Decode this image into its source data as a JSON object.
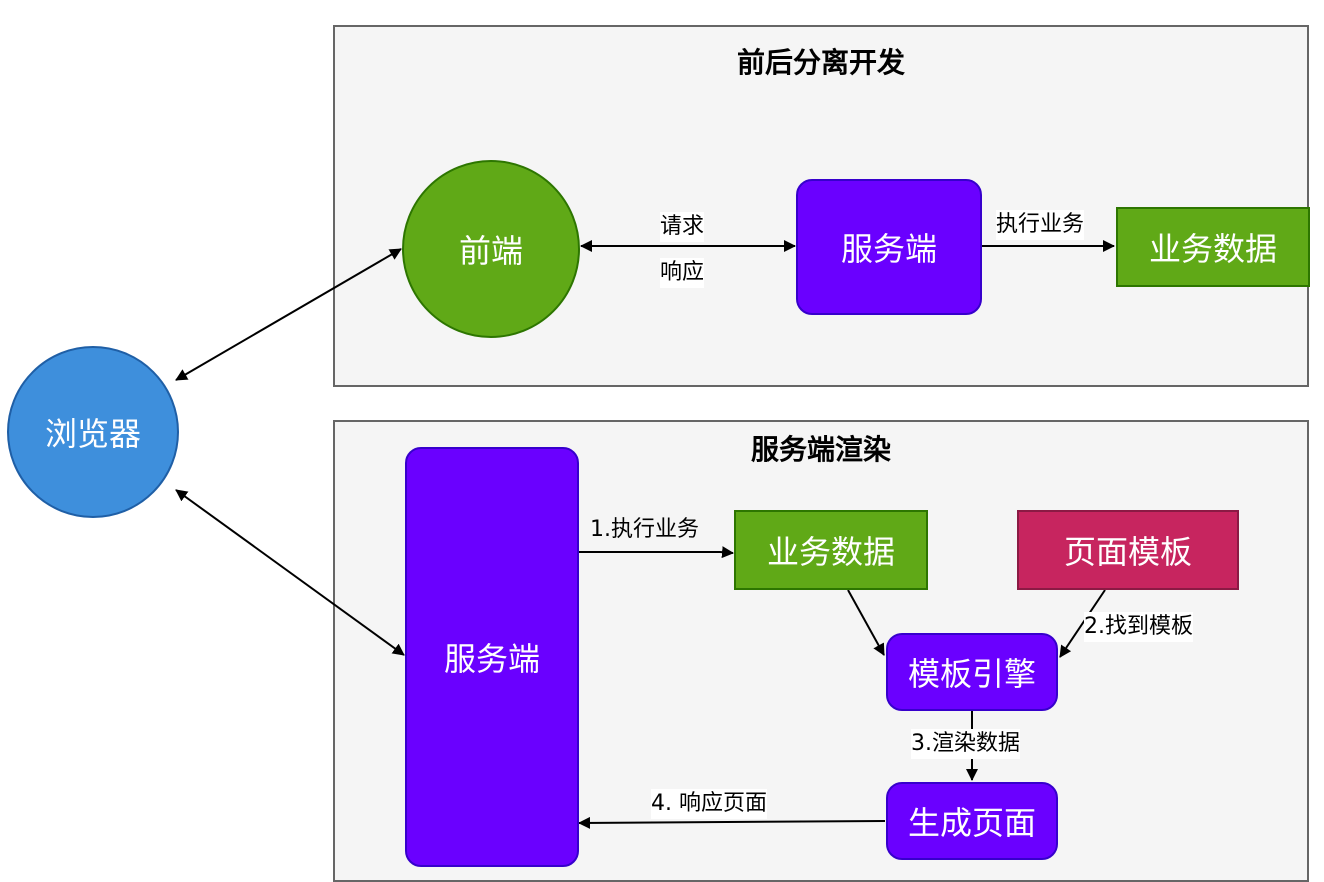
{
  "panels": {
    "top_title": "前后分离开发",
    "bottom_title": "服务端渲染"
  },
  "nodes": {
    "browser": "浏览器",
    "frontend": "前端",
    "server_top": "服务端",
    "biz_data_top": "业务数据",
    "server_bottom": "服务端",
    "biz_data_bottom": "业务数据",
    "page_template": "页面模板",
    "template_engine": "模板引擎",
    "generate_page": "生成页面"
  },
  "edges": {
    "request": "请求",
    "response": "响应",
    "exec_biz_top": "执行业务",
    "step1": "1.执行业务",
    "step2": "2.找到模板",
    "step3": "3.渲染数据",
    "step4": "4. 响应页面"
  },
  "colors": {
    "green": "#60a917",
    "blue": "#3e8fdc",
    "purple": "#6a00ff",
    "crimson": "#c7255f",
    "panel": "#f5f5f5"
  }
}
